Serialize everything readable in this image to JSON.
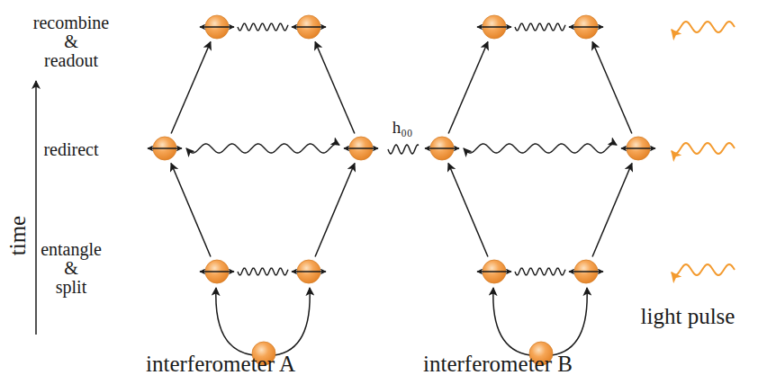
{
  "diagram": {
    "labels": [
      "recombine & readout",
      "redirect",
      "entangle & split",
      "time",
      "h₀₀",
      "interferometer A",
      "interferometer B",
      "light pulse"
    ]
  }
}
